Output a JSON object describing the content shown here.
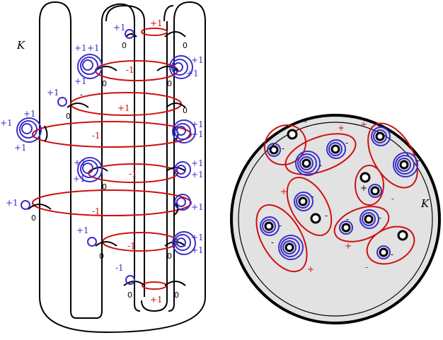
{
  "left": {
    "knot_label": "K",
    "colors": {
      "strand": "#000000",
      "red": "#d01010",
      "blue": "#3a2fc8"
    },
    "red_labels": [
      "+1",
      "-1",
      "+1",
      "-1",
      "-1",
      "-1",
      "-1",
      "+1"
    ],
    "blue_labels": [
      "+1",
      "+1",
      "+1",
      "+1",
      "+1",
      "+1",
      "+1",
      "+1",
      "+1",
      "+1",
      "+1",
      "+1",
      "+1",
      "+1",
      "+1",
      "+1",
      "+1",
      "+1",
      "+1",
      "+1",
      "-1",
      "+1"
    ],
    "zero_label": "0",
    "dash_label": "-"
  },
  "right": {
    "knot_label": "K",
    "colors": {
      "disk_fill": "#e2e2e2",
      "region_outline": "#d01010",
      "rings": "#3a2fc8"
    },
    "plus_sign": "+",
    "minus_sign": "-"
  }
}
